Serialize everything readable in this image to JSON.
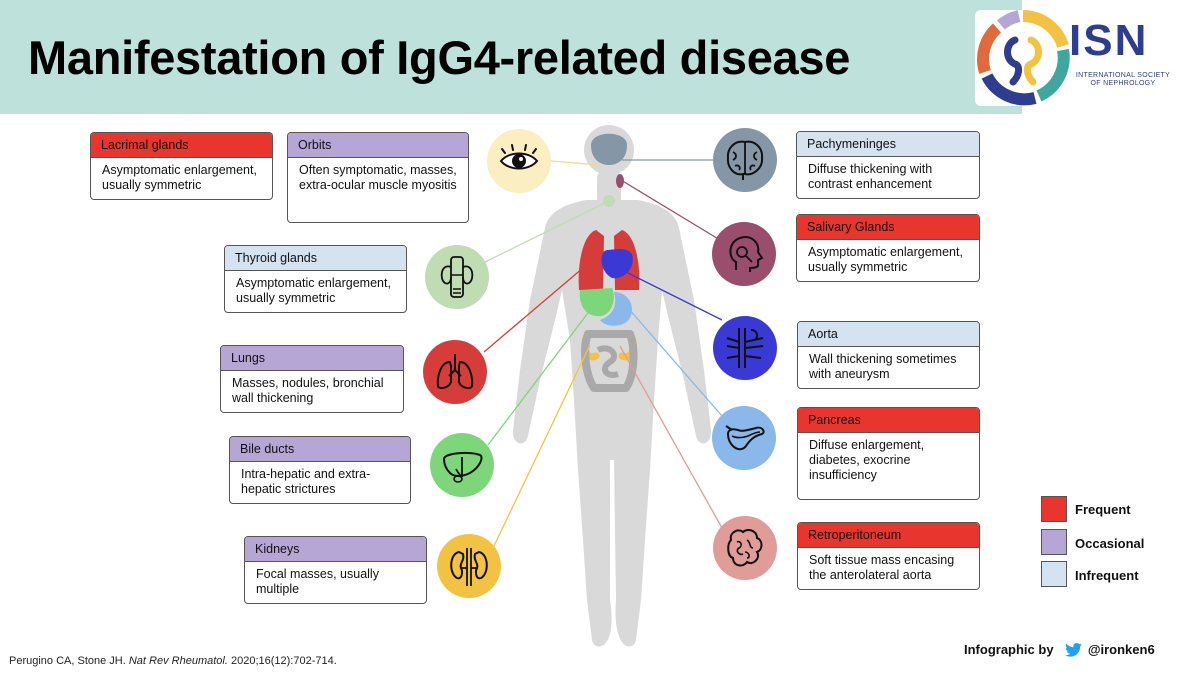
{
  "title": "Manifestation of IgG4-related disease",
  "logo": {
    "acronym": "ISN",
    "subtitle": "INTERNATIONAL SOCIETY OF NEPHROLOGY",
    "color": "#2e3d8f"
  },
  "colors": {
    "header_bg": "#bfe1dc",
    "frequent": "#e8352d",
    "occasional": "#b6a6d6",
    "infrequent": "#d5e2f0",
    "body_silhouette": "#d9d9d9"
  },
  "manifestations": [
    {
      "id": "lacrimal",
      "organ": "Lacrimal glands",
      "frequency": "frequent",
      "description": "Asymptomatic enlargement, usually symmetric",
      "icon": "eye-icon",
      "icon_bg": "#fbeec1"
    },
    {
      "id": "orbits",
      "organ": "Orbits",
      "frequency": "occasional",
      "description": "Often symptomatic, masses, extra-ocular muscle myositis",
      "icon": "eye-icon",
      "icon_bg": "#fbeec1"
    },
    {
      "id": "thyroid",
      "organ": "Thyroid glands",
      "frequency": "infrequent",
      "description": "Asymptomatic enlargement, usually symmetric",
      "icon": "thyroid-icon",
      "icon_bg": "#bfdcb3"
    },
    {
      "id": "lungs",
      "organ": "Lungs",
      "frequency": "occasional",
      "description": "Masses, nodules, bronchial wall thickening",
      "icon": "lungs-icon",
      "icon_bg": "#d63d3a"
    },
    {
      "id": "bile",
      "organ": "Bile ducts",
      "frequency": "occasional",
      "description": "Intra-hepatic and extra-hepatic strictures",
      "icon": "liver-icon",
      "icon_bg": "#7ed67a"
    },
    {
      "id": "kidneys",
      "organ": "Kidneys",
      "frequency": "occasional",
      "description": "Focal masses, usually multiple",
      "icon": "kidneys-icon",
      "icon_bg": "#f2c343"
    },
    {
      "id": "pachy",
      "organ": "Pachymeninges",
      "frequency": "infrequent",
      "description": "Diffuse thickening with contrast enhancement",
      "icon": "brain-icon",
      "icon_bg": "#8596a6"
    },
    {
      "id": "salivary",
      "organ": "Salivary Glands",
      "frequency": "frequent",
      "description": "Asymptomatic enlargement, usually symmetric",
      "icon": "salivary-gland-icon",
      "icon_bg": "#9a4e6e"
    },
    {
      "id": "aorta",
      "organ": "Aorta",
      "frequency": "infrequent",
      "description": "Wall thickening sometimes with aneurysm",
      "icon": "aorta-icon",
      "icon_bg": "#3b39d6"
    },
    {
      "id": "pancreas",
      "organ": "Pancreas",
      "frequency": "frequent",
      "description": "Diffuse enlargement, diabetes, exocrine insufficiency",
      "icon": "pancreas-icon",
      "icon_bg": "#8ab8ea"
    },
    {
      "id": "retro",
      "organ": "Retroperitoneum",
      "frequency": "frequent",
      "description": "Soft tissue mass encasing the anterolateral aorta",
      "icon": "retroperitoneum-icon",
      "icon_bg": "#df9c98"
    }
  ],
  "legend": [
    {
      "label": "Frequent",
      "color": "#e8352d"
    },
    {
      "label": "Occasional",
      "color": "#b6a6d6"
    },
    {
      "label": "Infrequent",
      "color": "#d5e2f0"
    }
  ],
  "citation": {
    "authors": "Perugino CA, Stone JH.",
    "journal": "Nat Rev Rheumatol.",
    "details": "2020;16(12):702-714."
  },
  "credit": {
    "prefix": "Infographic by",
    "handle": "@ironken6"
  }
}
